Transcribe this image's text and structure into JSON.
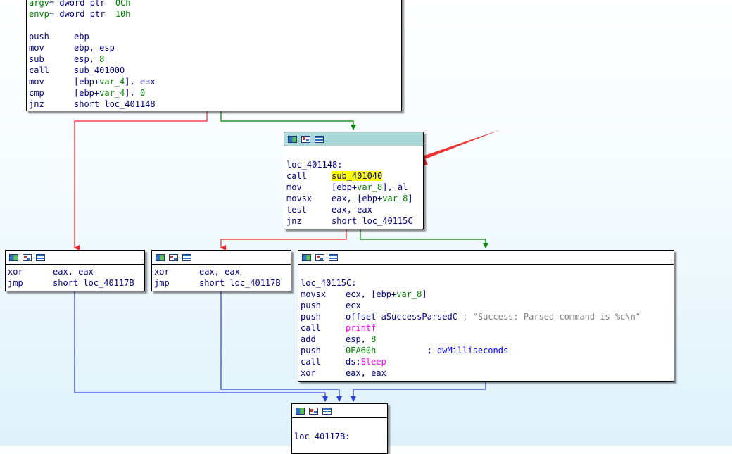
{
  "colors": {
    "false_edge": "#ff2020",
    "true_edge": "#008000",
    "jump_edge": "#2a3fe0",
    "annotation_arrow": "#ee3333",
    "active_titlebar": "#a8d8d8",
    "highlight": "#ffff00"
  },
  "titlebar_icons": [
    "color-icon",
    "graph-icon",
    "list-icon"
  ],
  "block_main": {
    "args": [
      {
        "name": "argv",
        "mid": "= dword ptr  ",
        "val": "0Ch"
      },
      {
        "name": "envp",
        "mid": "= dword ptr  ",
        "val": "10h"
      }
    ],
    "lines": [
      {
        "mn": "push",
        "op": "ebp"
      },
      {
        "mn": "mov",
        "op": "ebp, esp"
      },
      {
        "mn": "sub",
        "op": "esp, ",
        "num": "8"
      },
      {
        "mn": "call",
        "op": "sub_401000"
      },
      {
        "mn": "mov",
        "pre": "[ebp+",
        "var": "var_4",
        "post": "], eax"
      },
      {
        "mn": "cmp",
        "pre": "[ebp+",
        "var": "var_4",
        "post": "], ",
        "num": "0"
      },
      {
        "mn": "jnz",
        "op": "short loc_401148"
      }
    ]
  },
  "block_148": {
    "label": "loc_401148:",
    "call_mn": "call",
    "call_target": "sub_401040",
    "lines": [
      {
        "mn": "mov",
        "pre": "[ebp+",
        "var": "var_8",
        "post": "], al"
      },
      {
        "mn": "movsx",
        "pre": "eax, [ebp+",
        "var": "var_8",
        "post": "]"
      },
      {
        "mn": "test",
        "op": "eax, eax"
      },
      {
        "mn": "jnz",
        "op": "short loc_40115C"
      }
    ]
  },
  "block_fail1": {
    "lines": [
      {
        "mn": "xor",
        "op": "eax, eax"
      },
      {
        "mn": "jmp",
        "op": "short loc_40117B"
      }
    ]
  },
  "block_fail2": {
    "lines": [
      {
        "mn": "xor",
        "op": "eax, eax"
      },
      {
        "mn": "jmp",
        "op": "short loc_40117B"
      }
    ]
  },
  "block_15c": {
    "label": "loc_40115C:",
    "l1": {
      "mn": "movsx",
      "pre": "ecx, [ebp+",
      "var": "var_8",
      "post": "]"
    },
    "l2": {
      "mn": "push",
      "op": "ecx"
    },
    "l3": {
      "mn": "push",
      "op": "offset aSuccessParsedC",
      "comment": " ; \"Success: Parsed command is %c\\n\""
    },
    "l4": {
      "mn": "call",
      "fn": "printf"
    },
    "l5": {
      "mn": "add",
      "op": "esp, ",
      "num": "8"
    },
    "l6": {
      "mn": "push",
      "num": "0EA60h",
      "pad": "          ",
      "comment": "; dwMilliseconds"
    },
    "l7": {
      "mn": "call",
      "op": "ds:",
      "api": "Sleep"
    },
    "l8": {
      "mn": "xor",
      "op": "eax, eax"
    }
  },
  "block_17b": {
    "label": "loc_40117B:"
  }
}
